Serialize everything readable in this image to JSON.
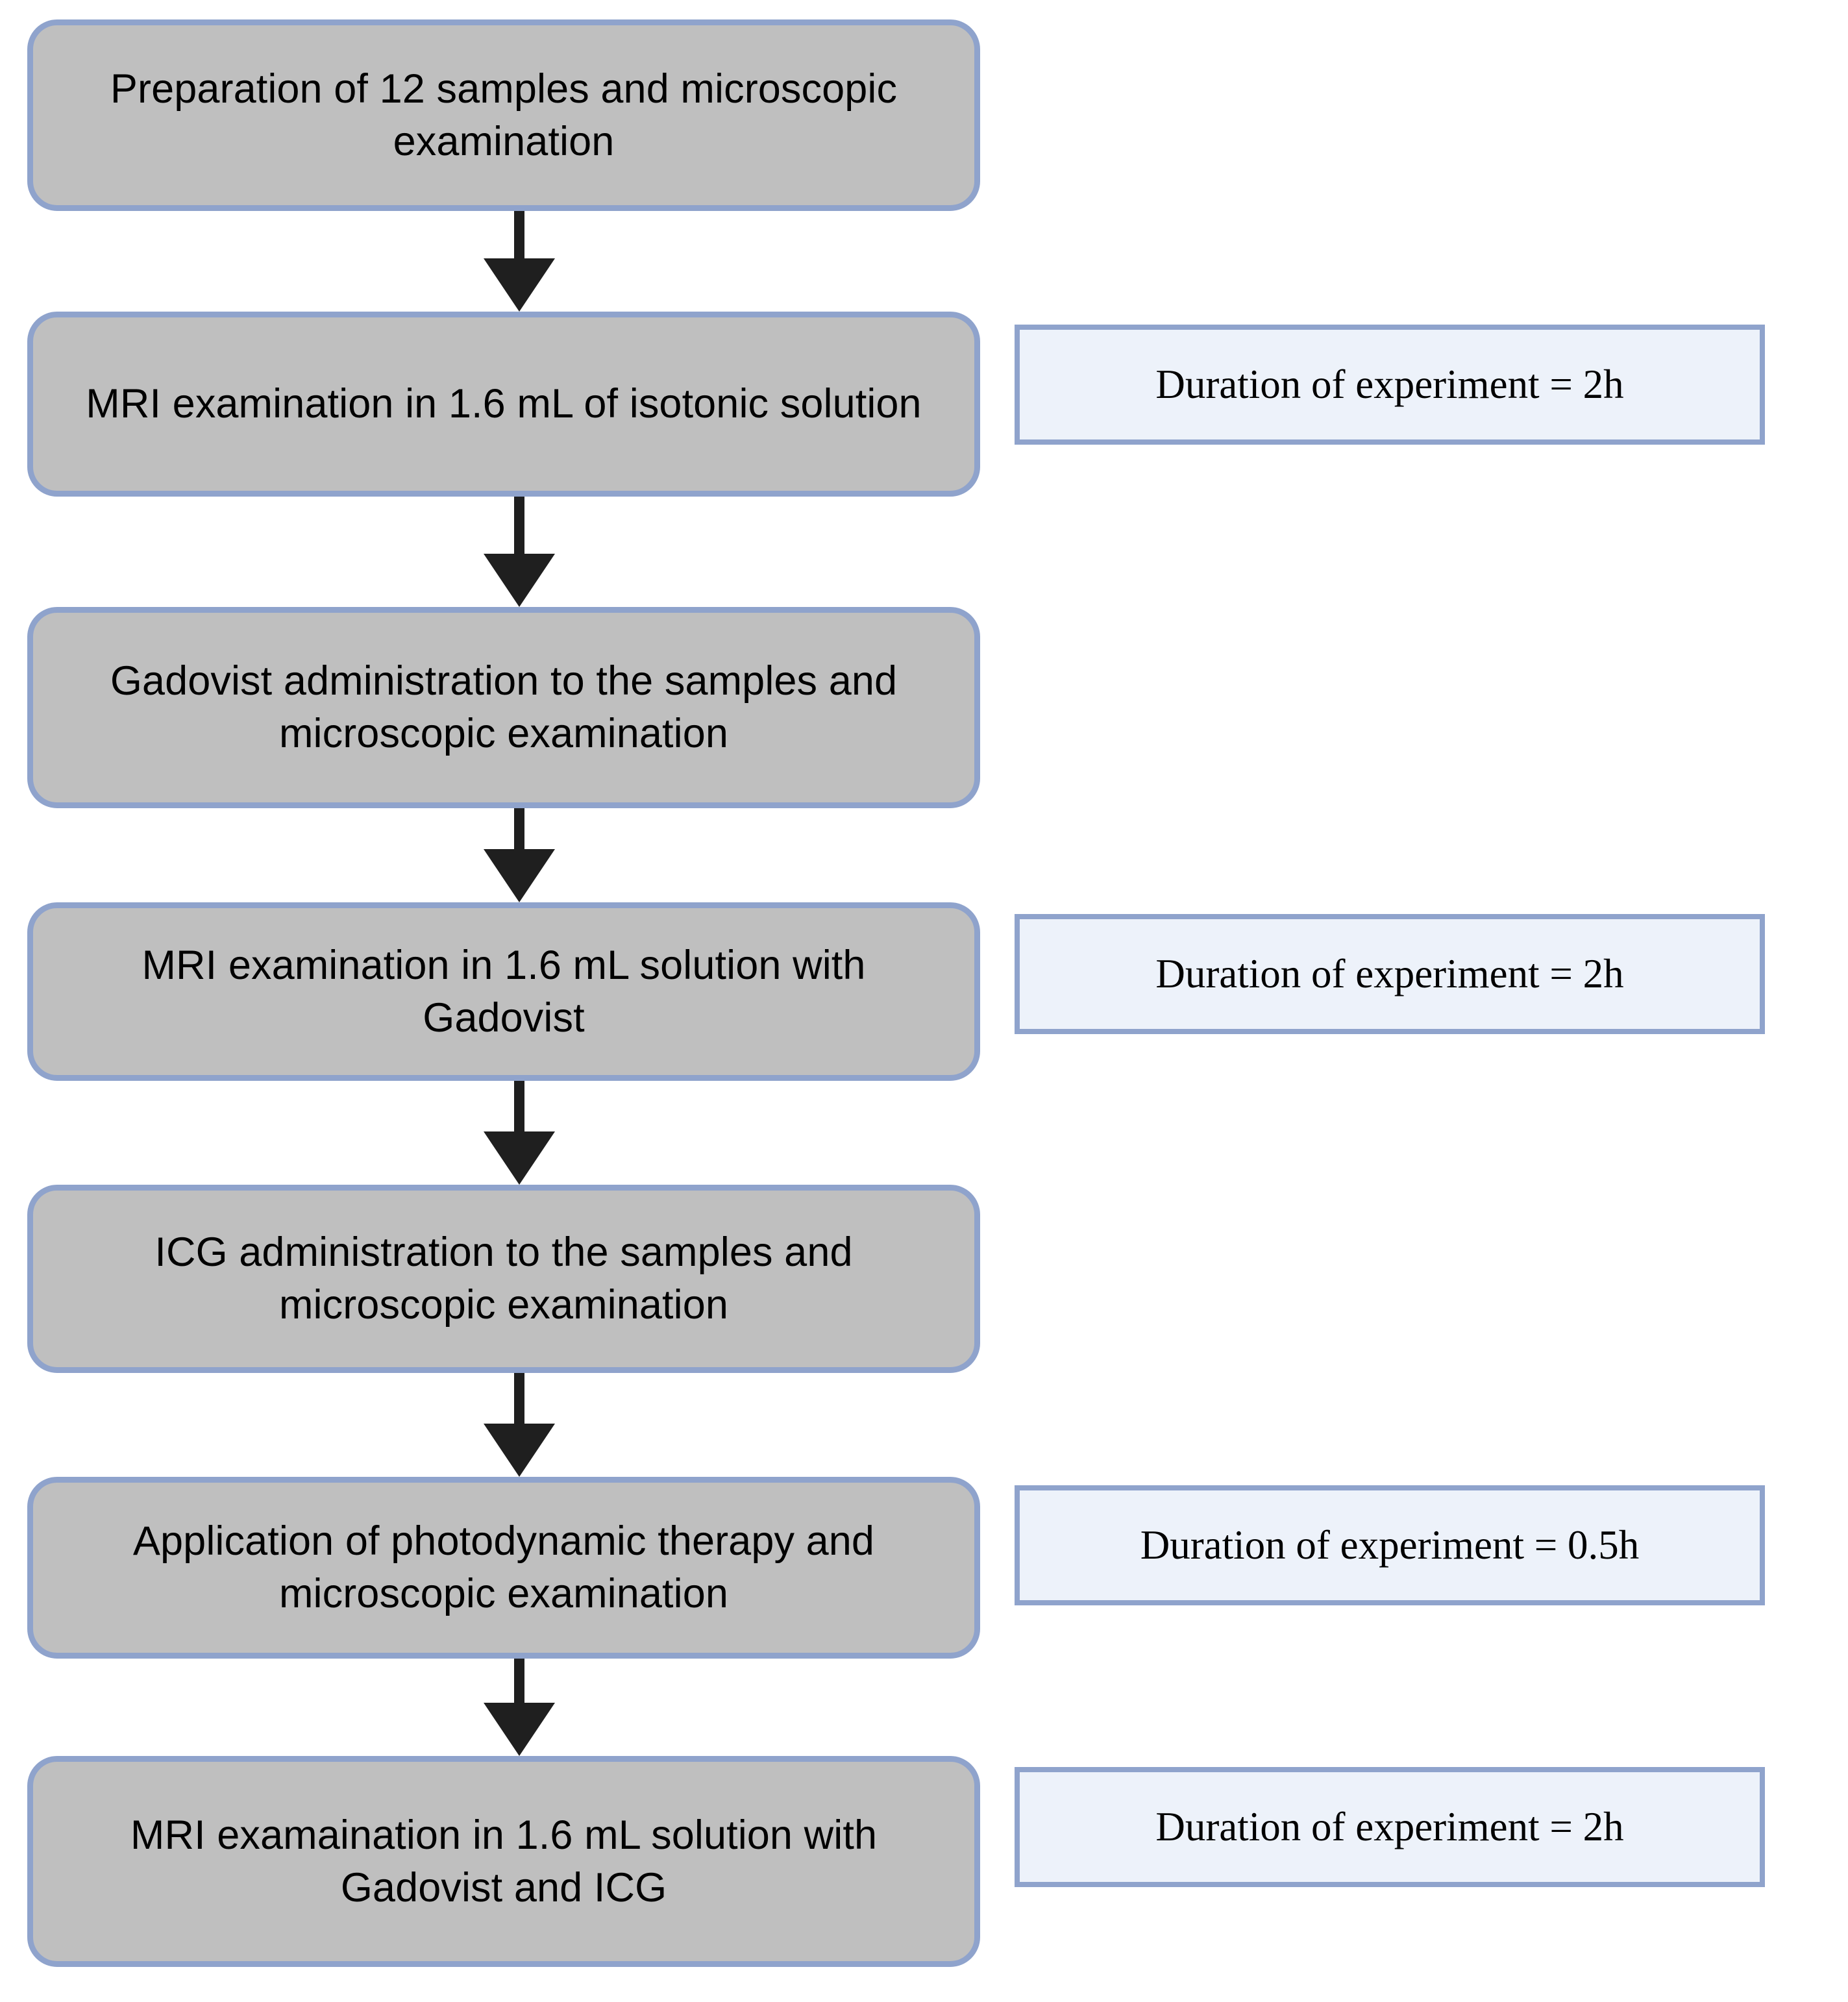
{
  "diagram": {
    "title": "Experimental workflow flowchart",
    "colors": {
      "step_fill": "#BFBFBF",
      "step_border": "#8FA3CC",
      "note_fill": "#EDF2FA",
      "note_border": "#8FA3CC",
      "arrow": "#1F1F1F",
      "background": "#FFFFFF",
      "text": "#000000"
    },
    "steps": [
      {
        "id": "step-1",
        "label": "Preparation of 12 samples and microscopic examination"
      },
      {
        "id": "step-2",
        "label": "MRI examination in 1.6 mL of isotonic solution"
      },
      {
        "id": "step-3",
        "label": "Gadovist administration to the samples and microscopic examination"
      },
      {
        "id": "step-4",
        "label": "MRI examination in 1.6 mL solution with Gadovist"
      },
      {
        "id": "step-5",
        "label": "ICG administration to the samples and microscopic examination"
      },
      {
        "id": "step-6",
        "label": "Application of photodynamic therapy and microscopic examination"
      },
      {
        "id": "step-7",
        "label": "MRI examaination in 1.6 mL solution with Gadovist and ICG"
      }
    ],
    "notes": [
      {
        "id": "note-step-2",
        "label": "Duration of experiment = 2h",
        "attached_to": "step-2"
      },
      {
        "id": "note-step-4",
        "label": "Duration of experiment = 2h",
        "attached_to": "step-4"
      },
      {
        "id": "note-step-6",
        "label": "Duration of experiment = 0.5h",
        "attached_to": "step-6"
      },
      {
        "id": "note-step-7",
        "label": "Duration of experiment = 2h",
        "attached_to": "step-7"
      }
    ],
    "connectors": [
      {
        "id": "arrow-1-2",
        "from": "step-1",
        "to": "step-2",
        "direction": "down"
      },
      {
        "id": "arrow-2-3",
        "from": "step-2",
        "to": "step-3",
        "direction": "down"
      },
      {
        "id": "arrow-3-4",
        "from": "step-3",
        "to": "step-4",
        "direction": "down"
      },
      {
        "id": "arrow-4-5",
        "from": "step-4",
        "to": "step-5",
        "direction": "down"
      },
      {
        "id": "arrow-5-6",
        "from": "step-5",
        "to": "step-6",
        "direction": "down"
      },
      {
        "id": "arrow-6-7",
        "from": "step-6",
        "to": "step-7",
        "direction": "down"
      }
    ]
  }
}
